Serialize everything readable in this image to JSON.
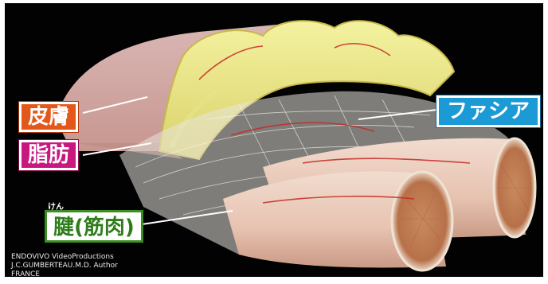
{
  "labels": {
    "skin": "皮膚",
    "fat": "脂肪",
    "fascia": "ファシア",
    "tendon": "腱(筋肉)",
    "tendon_ruby": "けん"
  },
  "credits": [
    "ENDOVIVO VideoProductions",
    "J.C.GUMBERTEAU.M.D. Author",
    "FRANCE"
  ],
  "colors": {
    "skin_label": "#e4571a",
    "fat_label": "#c8187f",
    "fascia_label": "#1c9ad6",
    "tendon_label_border": "#3b8f22",
    "background": "#000000"
  }
}
